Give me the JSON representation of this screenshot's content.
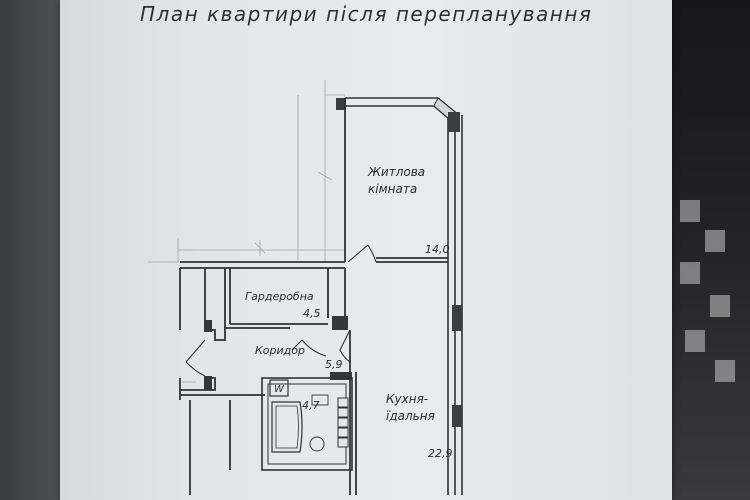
{
  "document": {
    "title": "План квартири після перепланування"
  },
  "rooms": [
    {
      "name_line1": "Житлова",
      "name_line2": "кімната",
      "area": "14,0"
    },
    {
      "name_line1": "Гардеробна",
      "name_line2": "",
      "area": "4,5"
    },
    {
      "name_line1": "Коридор",
      "name_line2": "",
      "area": "5,9"
    },
    {
      "name_line1": "",
      "name_line2": "",
      "area": "4,7"
    },
    {
      "name_line1": "Кухня-",
      "name_line2": "їдальня",
      "area": "22,9"
    }
  ],
  "fixtures": {
    "washer_mark": "W"
  }
}
